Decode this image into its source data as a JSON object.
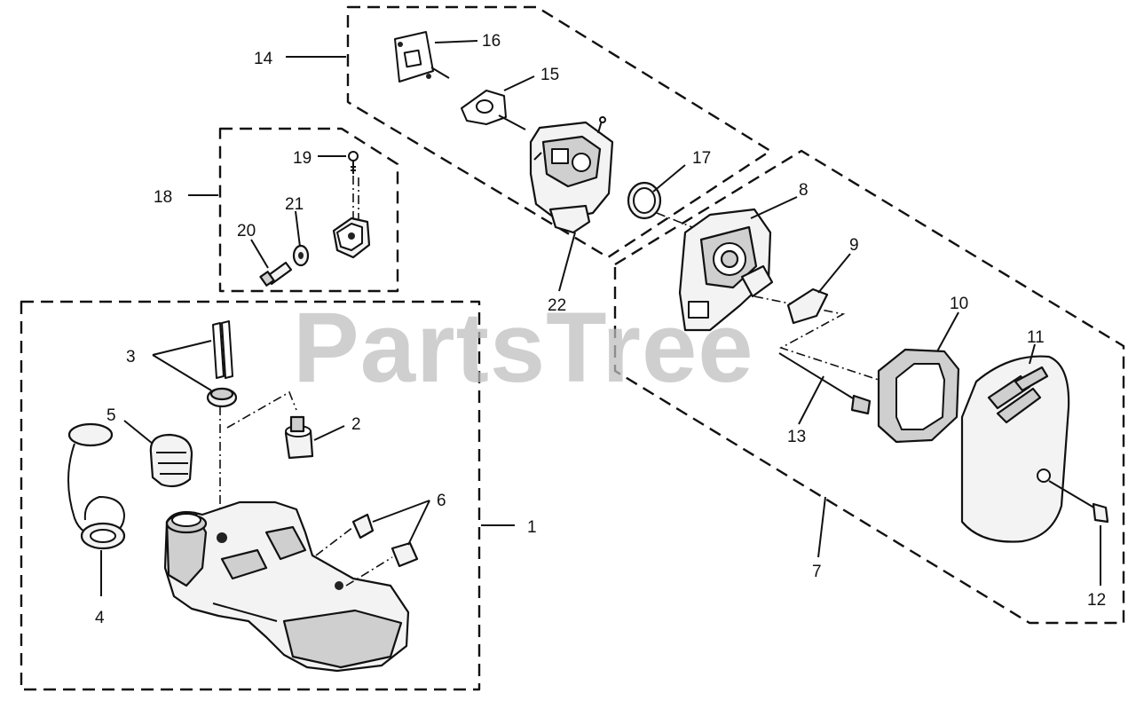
{
  "watermark": "PartsTree",
  "callouts": {
    "c1": "1",
    "c2": "2",
    "c3": "3",
    "c4": "4",
    "c5": "5",
    "c6": "6",
    "c7": "7",
    "c8": "8",
    "c9": "9",
    "c10": "10",
    "c11": "11",
    "c12": "12",
    "c13": "13",
    "c14": "14",
    "c15": "15",
    "c16": "16",
    "c17": "17",
    "c18": "18",
    "c19": "19",
    "c20": "20",
    "c21": "21",
    "c22": "22"
  }
}
